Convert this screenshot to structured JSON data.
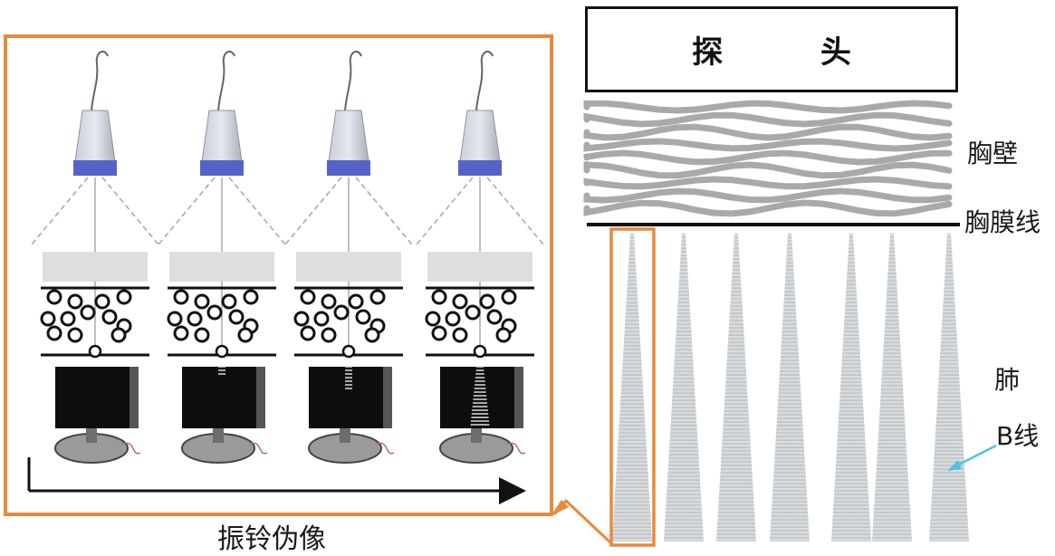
{
  "left_panel": {
    "caption": "振铃伪像",
    "frame_color": "#E8893A",
    "steps": 4
  },
  "right_panel": {
    "probe_label": "探 头",
    "chest_wall_label": "胸壁",
    "pleural_line_label": "胸膜线",
    "lung_label": "肺",
    "b_line_label": "B线",
    "b_line_count": 7,
    "highlight_color": "#E8893A",
    "arrow_color": "#4FC3DD"
  }
}
